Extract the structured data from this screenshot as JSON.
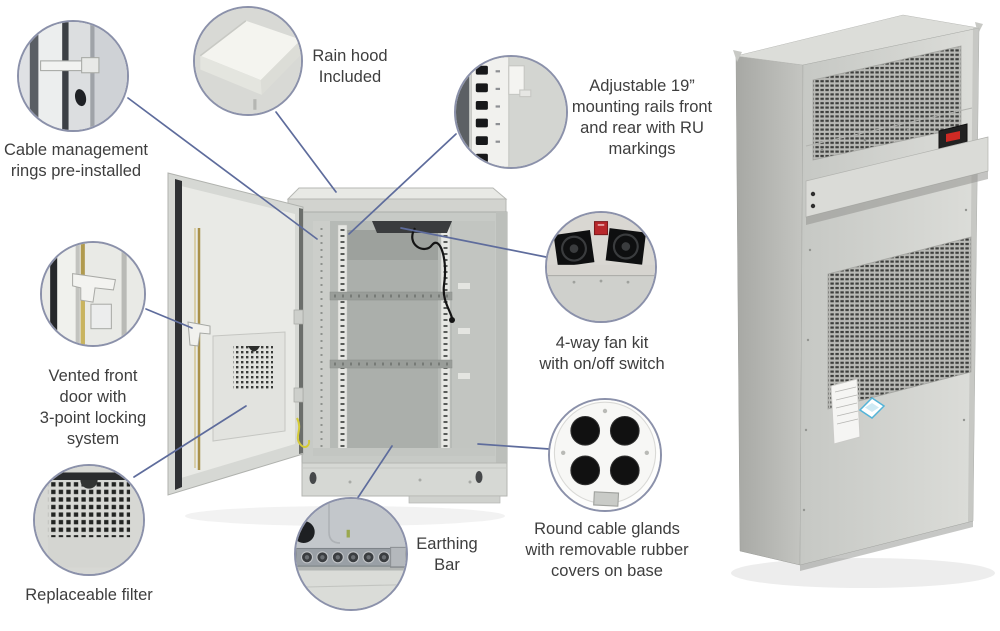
{
  "title": "Outdoor cabinet feature diagram",
  "colors": {
    "background": "#ffffff",
    "connector_line": "#5e6c9c",
    "callout_border": "#8b91aa",
    "label_text": "#3e3e3e",
    "cabinet_gray": "#cdd0cc",
    "fan_switch_red": "#cf2a24"
  },
  "callouts": [
    {
      "name": "cable-management-rings",
      "label": "Cable management\nrings pre-installed"
    },
    {
      "name": "rain-hood",
      "label": "Rain hood\nIncluded"
    },
    {
      "name": "mounting-rails",
      "label": "Adjustable 19”\nmounting rails front\nand rear with RU\nmarkings"
    },
    {
      "name": "vented-door-locking",
      "label": "Vented front\ndoor with\n3-point locking\nsystem"
    },
    {
      "name": "replaceable-filter",
      "label": "Replaceable filter"
    },
    {
      "name": "earthing-bar",
      "label": "Earthing\nBar"
    },
    {
      "name": "fan-kit",
      "label": "4-way fan kit\nwith on/off switch"
    },
    {
      "name": "cable-glands",
      "label": "Round cable glands\nwith removable rubber\ncovers on base"
    }
  ],
  "illustrations": {
    "main": "open-outdoor-cabinet-photo",
    "secondary": "closed-outdoor-cabinet-photo"
  }
}
